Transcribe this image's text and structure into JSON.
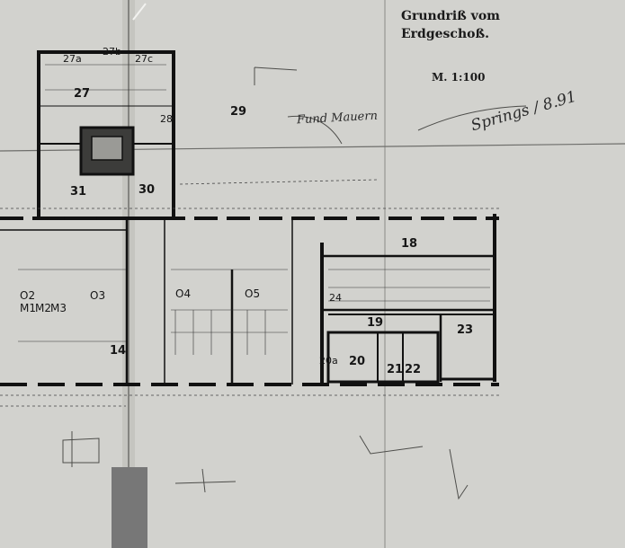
{
  "title": {
    "line1": "Grundriß vom",
    "line2": "Erdgeschoß.",
    "scale": "M. 1:100"
  },
  "rooms": {
    "r27": "27",
    "r27a": "27a",
    "r27b": "27b",
    "r27c": "27c",
    "r28": "28",
    "r29": "29",
    "r30": "30",
    "r31": "31",
    "r14": "14",
    "r18": "18",
    "r19": "19",
    "r20": "20",
    "r20a": "20a",
    "r21": "21",
    "r22": "22",
    "r23": "23",
    "r24": "24",
    "o2": "O2",
    "o3": "O3",
    "o4": "O4",
    "o5": "O5",
    "m1": "M1",
    "m2": "M2",
    "m3": "M3"
  },
  "handwriting": {
    "note_top": "Fund Mauern",
    "sign_top_right": "Springs / 8.91"
  },
  "colors": {
    "paper": "#d2d2ce",
    "ink": "#161616",
    "pencil": "#555555"
  }
}
